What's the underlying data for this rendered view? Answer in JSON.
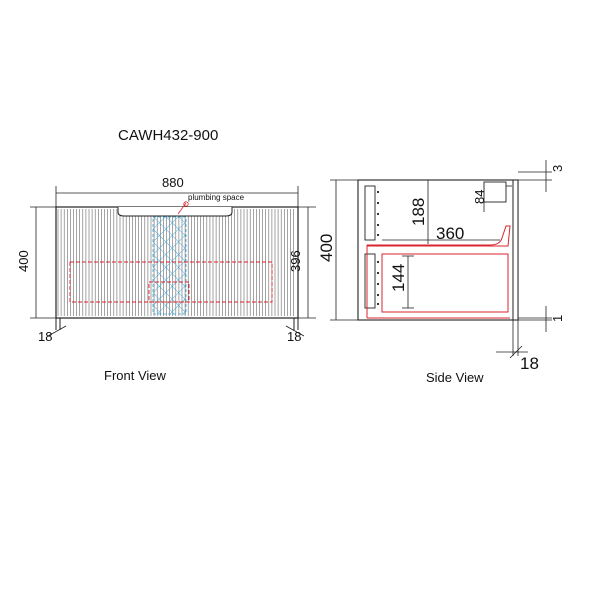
{
  "model": "CAWH432-900",
  "front_view": {
    "caption": "Front View",
    "width": "880",
    "height_left": "400",
    "height_right": "396",
    "leg_left": "18",
    "leg_right": "18",
    "plumbing_label": "plumbing space"
  },
  "side_view": {
    "caption": "Side View",
    "height": "400",
    "top_gap": "3",
    "bottom_gap": "1",
    "front_thickness": "18",
    "drawer_depth": "360",
    "upper_offset": "188",
    "fascia": "84",
    "inner_drawer_height": "144"
  },
  "colors": {
    "line": "#222222",
    "red": "#d9262c",
    "cyan": "#3aa6d8"
  }
}
